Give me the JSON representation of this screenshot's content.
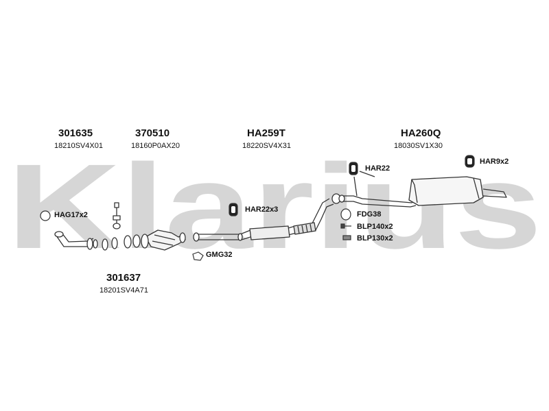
{
  "watermark": {
    "brand_text": "Klarius",
    "color": "#d6d6d6"
  },
  "parts": [
    {
      "id": "front-pipe",
      "part_number": "301635",
      "oem_number": "18210SV4X01"
    },
    {
      "id": "catalytic-converter",
      "part_number": "370510",
      "oem_number": "18160P0AX20"
    },
    {
      "id": "centre-silencer",
      "part_number": "HA259T",
      "oem_number": "18220SV4X31"
    },
    {
      "id": "rear-silencer",
      "part_number": "HA260Q",
      "oem_number": "18030SV1X30"
    },
    {
      "id": "front-pipe-lower",
      "part_number": "301637",
      "oem_number": "18201SV4A71"
    }
  ],
  "accessories": [
    {
      "id": "hag17",
      "label": "HAG17x2",
      "icon": "ring-gasket-icon"
    },
    {
      "id": "gmg32",
      "label": "GMG32",
      "icon": "triangle-gasket-icon"
    },
    {
      "id": "har22x3",
      "label": "HAR22x3",
      "icon": "rubber-hanger-icon"
    },
    {
      "id": "har22",
      "label": "HAR22",
      "icon": "rubber-hanger-icon"
    },
    {
      "id": "fdg38",
      "label": "FDG38",
      "icon": "flange-gasket-icon"
    },
    {
      "id": "blp140",
      "label": "BLP140x2",
      "icon": "bolt-icon"
    },
    {
      "id": "blp130",
      "label": "BLP130x2",
      "icon": "bolt-icon"
    },
    {
      "id": "har9",
      "label": "HAR9x2",
      "icon": "rubber-hanger-icon"
    }
  ]
}
